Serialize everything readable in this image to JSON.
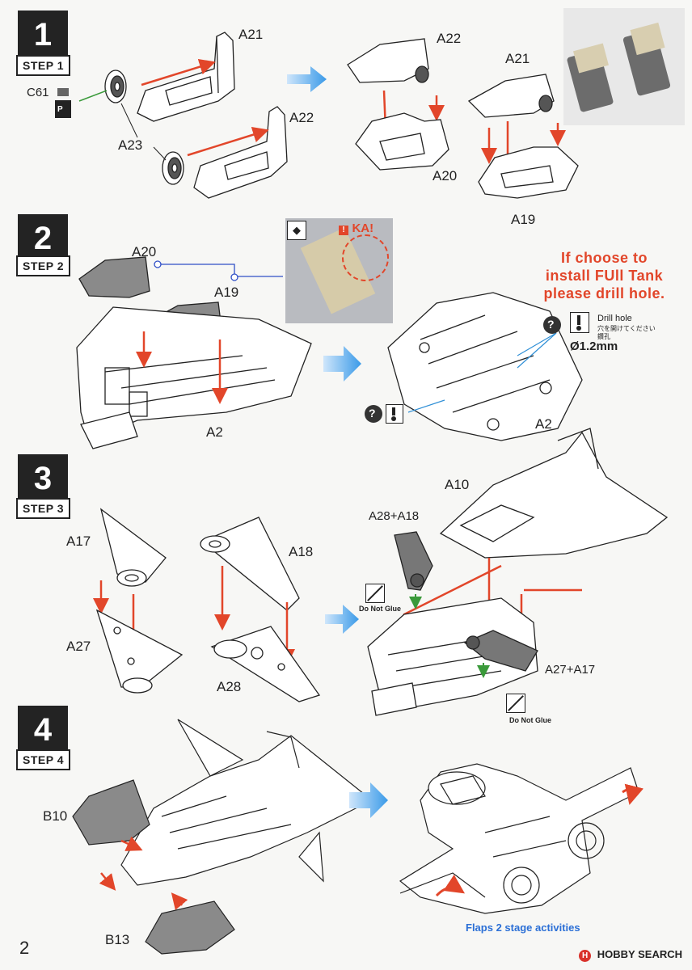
{
  "steps": [
    {
      "number": "1",
      "label": "STEP 1"
    },
    {
      "number": "2",
      "label": "STEP 2"
    },
    {
      "number": "3",
      "label": "STEP 3"
    },
    {
      "number": "4",
      "label": "STEP 4"
    }
  ],
  "step1": {
    "c61": "C61",
    "p_icon": "P",
    "a21_left": "A21",
    "a22_left": "A22",
    "a23": "A23",
    "a22_right": "A22",
    "a21_right": "A21",
    "a20": "A20",
    "a19": "A19"
  },
  "step2": {
    "a20": "A20",
    "a19": "A19",
    "a2_left": "A2",
    "a2_right": "A2",
    "ka": "KA!",
    "note": [
      "If  choose to",
      "install FUll Tank",
      "please drill hole."
    ],
    "drill_hole_en": "Drill hole",
    "drill_hole_jp1": "穴を開けてください",
    "drill_hole_cn": "鑽孔",
    "drill_size": "Ø1.2mm",
    "question_mark": "?"
  },
  "step3": {
    "a17": "A17",
    "a18": "A18",
    "a27": "A27",
    "a28": "A28",
    "a10": "A10",
    "a28_a18": "A28+A18",
    "a27_a17": "A27+A17",
    "do_not_glue_1": "Do Not Glue",
    "do_not_glue_2": "Do Not Glue"
  },
  "step4": {
    "b10": "B10",
    "b13": "B13",
    "flaps_caption": "Flaps 2 stage activities"
  },
  "page_number": "2",
  "watermark": "HOBBY SEARCH",
  "watermark_badge": "H",
  "colors": {
    "arrow_red": "#e2462a",
    "arrow_blue": "#3a9ae8",
    "leader_blue": "#2f4fc7",
    "leader_green": "#3a9a3a",
    "part_gray": "#8a8a8a",
    "step_dark": "#232323"
  }
}
